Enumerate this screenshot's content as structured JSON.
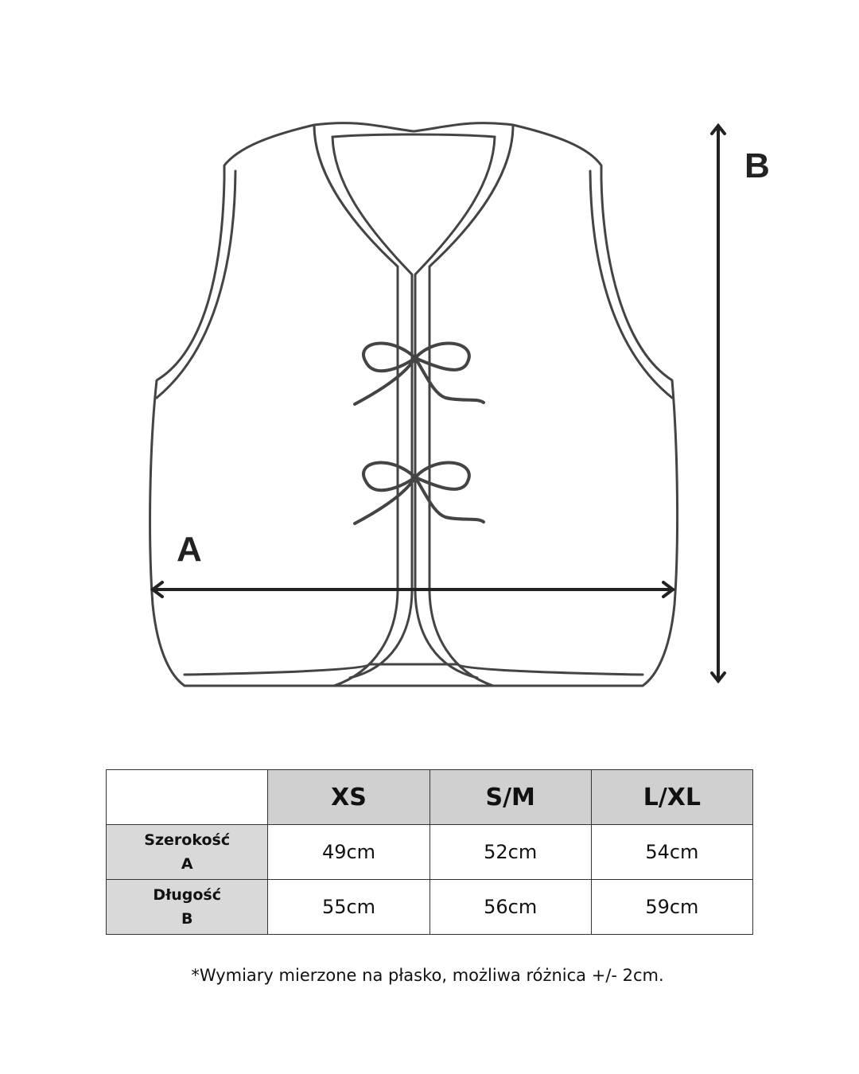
{
  "labels": {
    "width": "A",
    "length": "B"
  },
  "table": {
    "headers": [
      "",
      "XS",
      "S/M",
      "L/XL"
    ],
    "rows": [
      {
        "name": "Szerokość",
        "letter": "A",
        "values": [
          "49cm",
          "52cm",
          "54cm"
        ]
      },
      {
        "name": "Długość",
        "letter": "B",
        "values": [
          "55cm",
          "56cm",
          "59cm"
        ]
      }
    ]
  },
  "note": "*Wymiary mierzone na płasko, możliwa różnica +/- 2cm."
}
